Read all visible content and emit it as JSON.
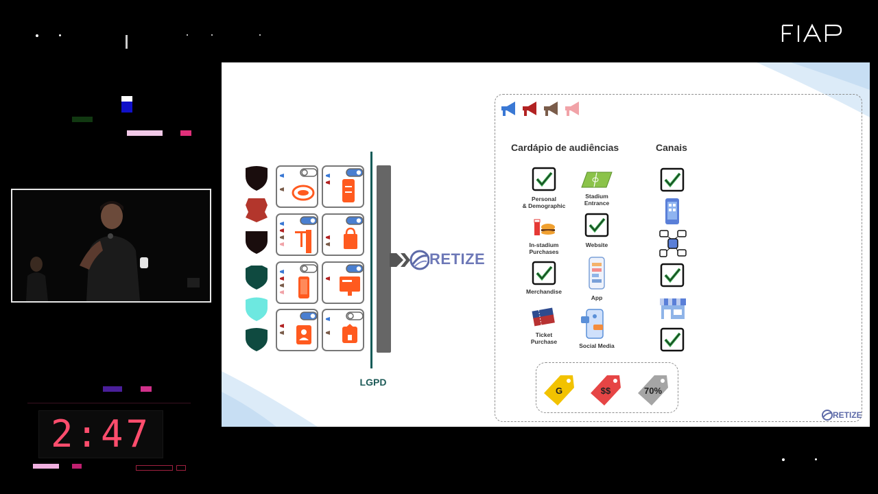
{
  "overlay": {
    "brand": "FIAP",
    "timer": "2:47"
  },
  "slide": {
    "lgpd_label": "LGPD",
    "retize_logo_text": "RETIZE",
    "audience_heading": "Cardápio de audiências",
    "channels_heading": "Canais",
    "audiences": [
      {
        "label": "Personal\n& Demographic",
        "icon": "check-icon"
      },
      {
        "label": "Stadium\nEntrance",
        "icon": "stadium-field-icon"
      },
      {
        "label": "In-stadium\nPurchases",
        "icon": "food-icon"
      },
      {
        "label": "Website",
        "icon": "check-icon"
      },
      {
        "label": "Merchandise",
        "icon": "check-icon"
      },
      {
        "label": "App",
        "icon": "phone-app-icon"
      },
      {
        "label": "Ticket\nPurchase",
        "icon": "ticket-icon"
      },
      {
        "label": "Social Media",
        "icon": "social-media-icon"
      }
    ],
    "channels": [
      "check-icon",
      "smartphone-icon",
      "network-channels-icon",
      "check-icon",
      "store-icon",
      "check-icon"
    ],
    "price_tags": [
      {
        "label": "G",
        "color": "#f2c200"
      },
      {
        "label": "$$",
        "color": "#e64545"
      },
      {
        "label": "70%",
        "color": "#a5a5a5"
      }
    ],
    "megaphone_colors": [
      "#3a78d4",
      "#b22222",
      "#7a5c4a",
      "#f1a3a8"
    ],
    "shield_colors": [
      "#1a0d0d",
      "#b3362c",
      "#1a0d0d",
      "#0f4a40",
      "#6de8e0",
      "#0f4a40"
    ],
    "accent_color": "#ff5a1f"
  }
}
